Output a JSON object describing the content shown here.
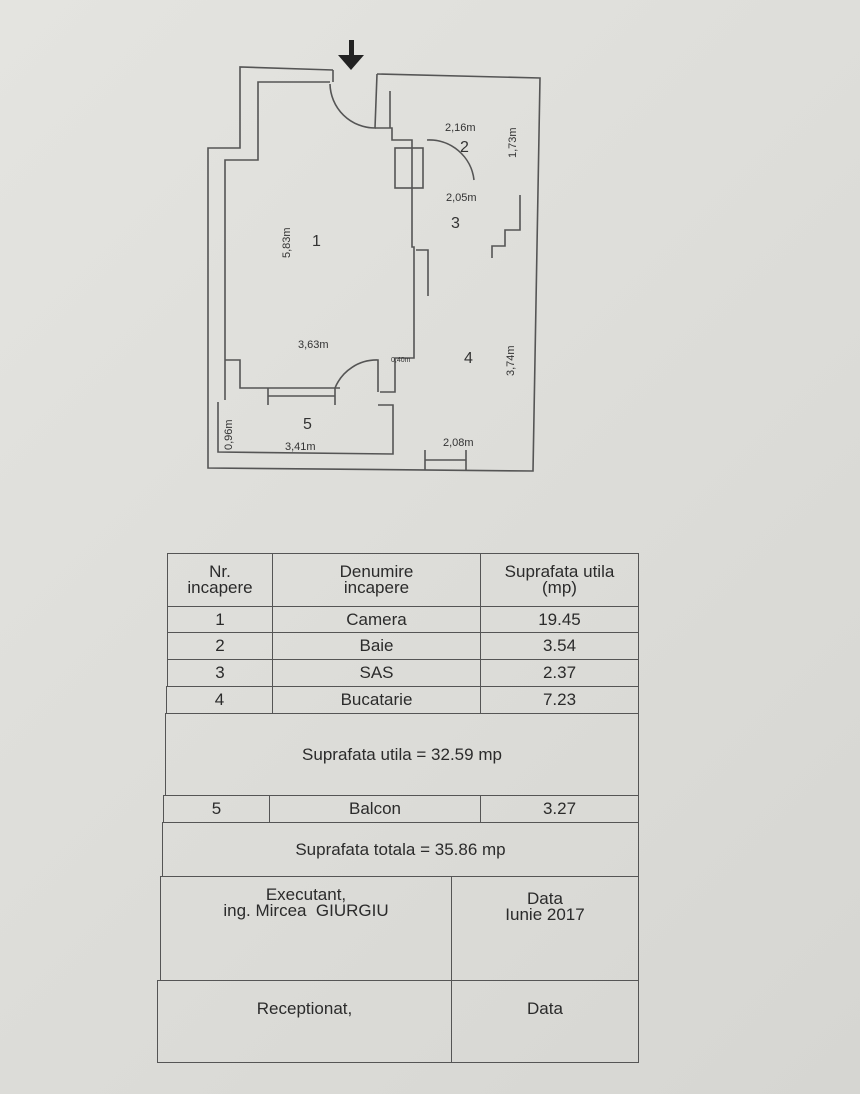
{
  "plan": {
    "rooms": [
      "1",
      "2",
      "3",
      "4",
      "5"
    ],
    "dimensions": {
      "room1_height": "5,83m",
      "room1_width": "3,63m",
      "room2_width": "2,16m",
      "room2_height": "1,73m",
      "room3_width": "2,05m",
      "room4_height": "3,74m",
      "room4_width": "2,08m",
      "room5_height": "0,96m",
      "room5_width": "3,41m",
      "wall_offset": "0,40m"
    },
    "entrance_icon": "arrow-down-icon"
  },
  "table": {
    "headers": [
      "Nr.\nincapere",
      "Denumire\nincapere",
      "Suprafata utila\n(mp)"
    ],
    "rows": [
      {
        "nr": "1",
        "name": "Camera",
        "area": "19.45"
      },
      {
        "nr": "2",
        "name": "Baie",
        "area": "3.54"
      },
      {
        "nr": "3",
        "name": "SAS",
        "area": "2.37"
      },
      {
        "nr": "4",
        "name": "Bucatarie",
        "area": "7.23"
      }
    ],
    "useful_total": "Suprafata utila = 32.59 mp",
    "balcony": {
      "nr": "5",
      "name": "Balcon",
      "area": "3.27"
    },
    "grand_total": "Suprafata totala = 35.86 mp",
    "executant_label": "Executant,",
    "executant_name": "ing. Mircea  GIURGIU",
    "date_label": "Data",
    "date_value": "Iunie 2017",
    "received_label": "Receptionat,",
    "received_date_label": "Data"
  }
}
